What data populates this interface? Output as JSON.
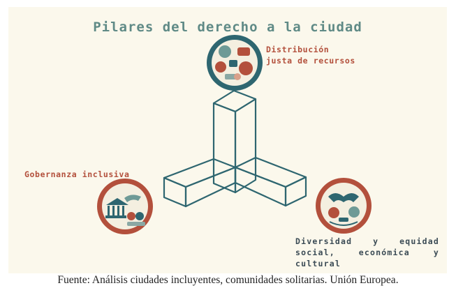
{
  "title": "Pilares del derecho a la ciudad",
  "pillars": [
    {
      "label_lines": [
        "Distribución",
        "justa de recursos"
      ]
    },
    {
      "label": "Gobernanza inclusiva"
    },
    {
      "label": "Diversidad y equidad social, económica y cultural"
    }
  ],
  "caption": "Fuente: Análisis ciudades incluyentes, comunidades solitarias. Unión Europea.",
  "colors": {
    "background": "#fbf8ec",
    "teal": "#2e6670",
    "title": "#5f8a86",
    "red": "#b3503c",
    "dark": "#3b4b55"
  }
}
